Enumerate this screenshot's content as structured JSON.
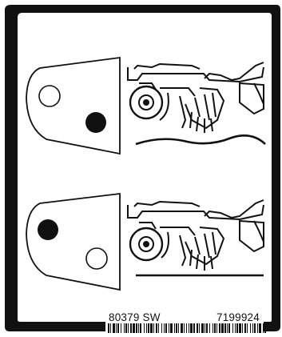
{
  "decal": {
    "part_code": "80379 SW",
    "serial_number": "7199924",
    "panels": [
      {
        "plate": "bracket-plate",
        "active_hole": "lower-right",
        "terrain": "wavy-ground"
      },
      {
        "plate": "bracket-plate",
        "active_hole": "upper-left",
        "terrain": "flat-ground"
      }
    ],
    "colors": {
      "frame": "#111111",
      "background": "#ffffff",
      "ink": "#111111"
    }
  }
}
